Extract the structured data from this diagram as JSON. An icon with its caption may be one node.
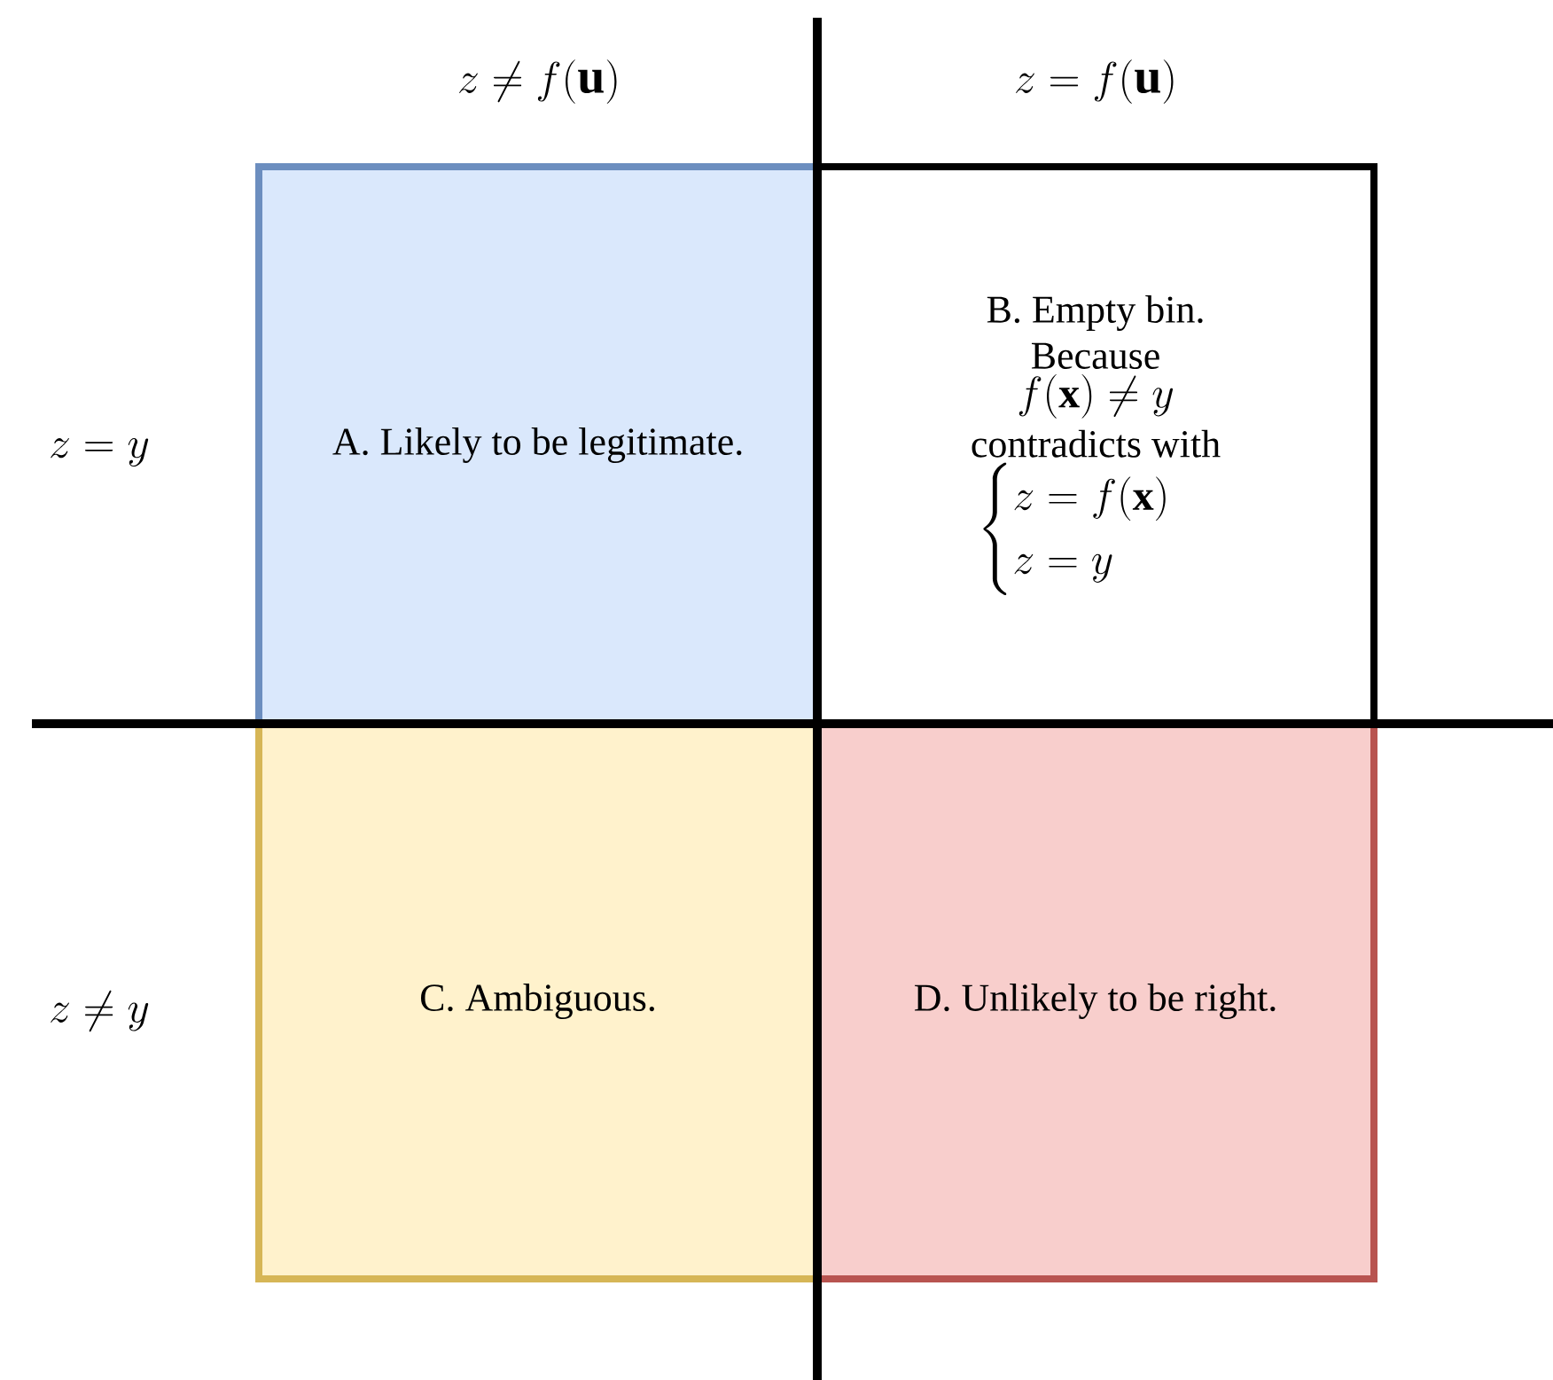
{
  "diagram": {
    "nodes": [
      {
        "text": [
          "A. Likely to be legitimate."
        ]
      },
      {
        "text": [
          "B. Empty bin. Because",
          "f(\\mathbf{x}) \\neq y",
          "contradicts with",
          "\\begin{cases} z = f(\\mathbf{x}) \\\\ z = y \\end{cases}"
        ]
      },
      {
        "text": [
          "C. Ambiguous."
        ]
      },
      {
        "text": [
          "D. Unlikely to be right."
        ]
      }
    ],
    "labels": [
      "z \\neq f(\\mathbf{u})",
      "z = f(\\mathbf{u})",
      "z = y",
      "z \\neq y"
    ]
  }
}
